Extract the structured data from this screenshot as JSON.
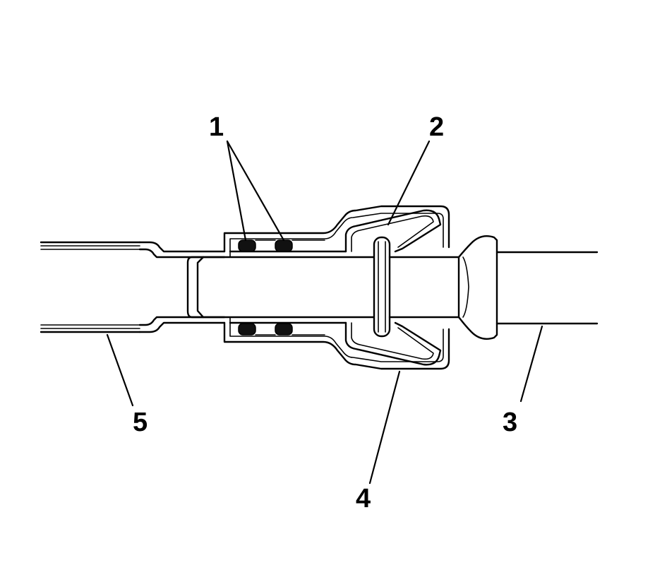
{
  "callouts": [
    {
      "id": "1",
      "label": "1"
    },
    {
      "id": "2",
      "label": "2"
    },
    {
      "id": "3",
      "label": "3"
    },
    {
      "id": "4",
      "label": "4"
    },
    {
      "id": "5",
      "label": "5"
    }
  ],
  "colors": {
    "line": "#000000",
    "background": "#ffffff",
    "oring_fill": "#111111"
  }
}
